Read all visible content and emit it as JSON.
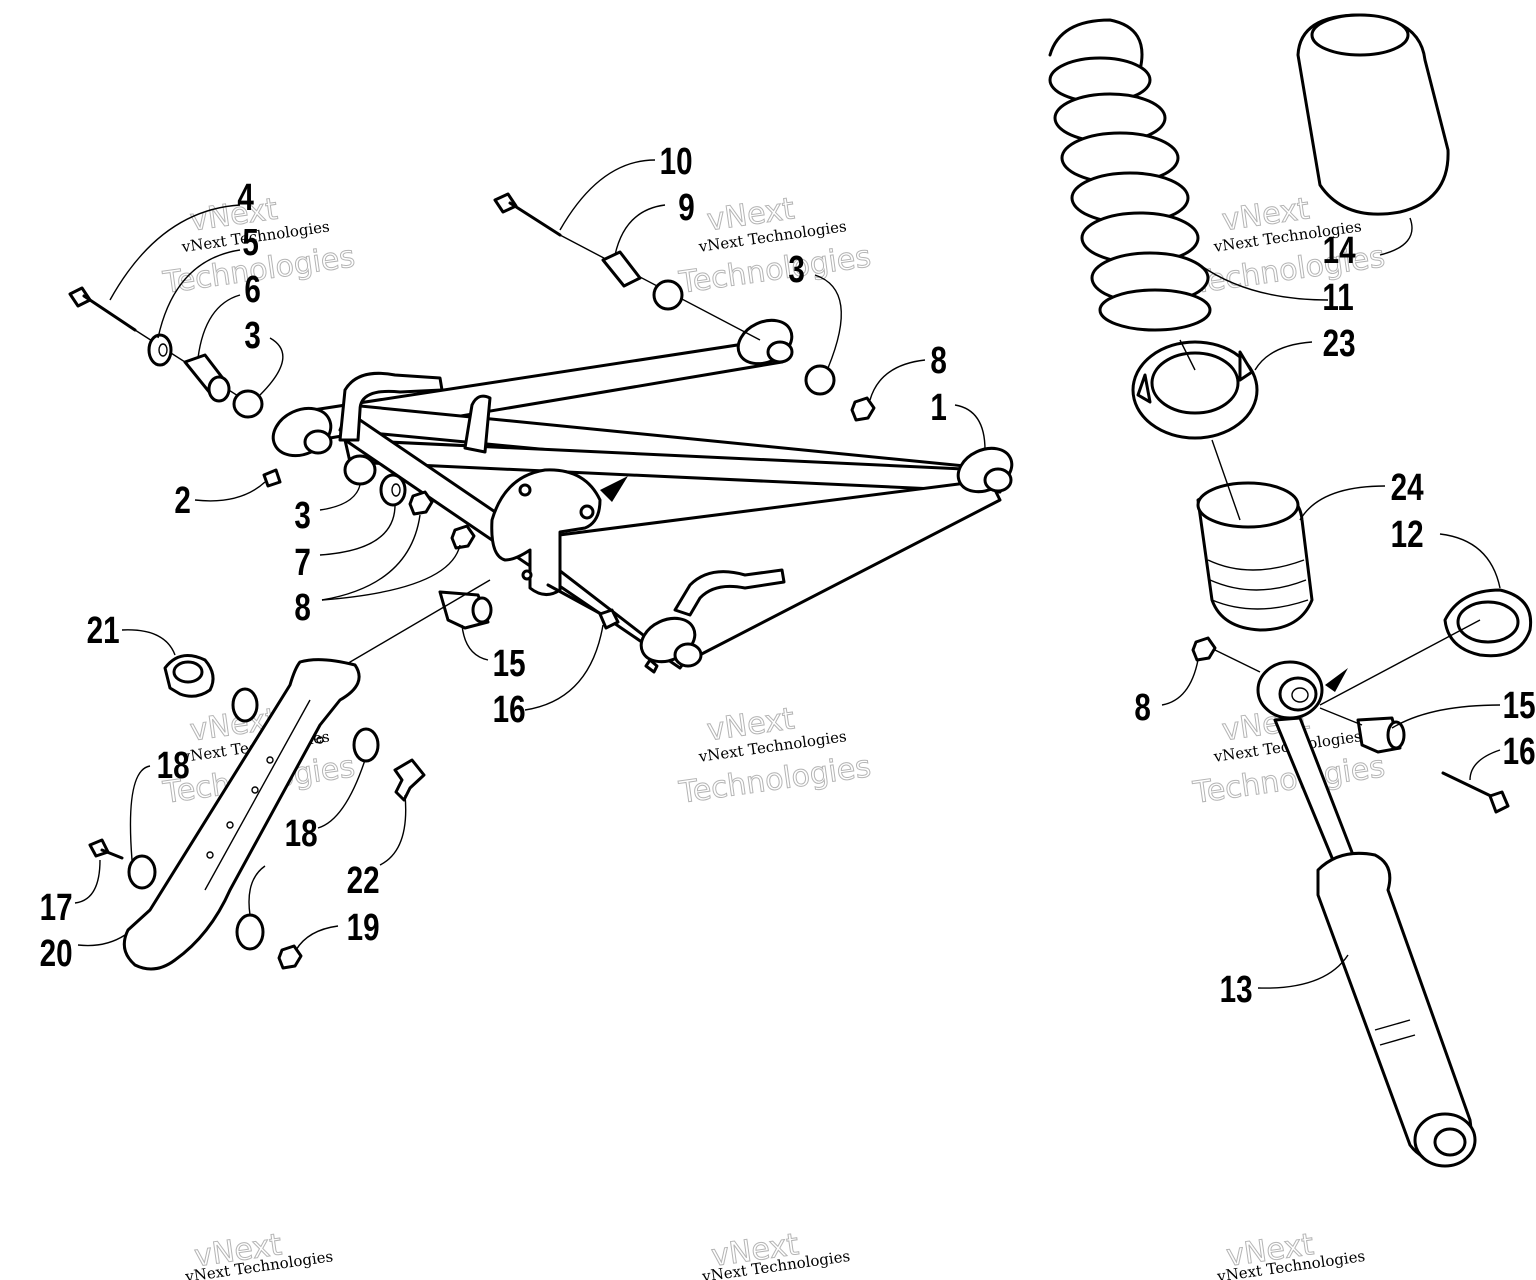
{
  "watermark": {
    "line1": "vNext Technologies",
    "line2": "vNext",
    "line3": "Technologies"
  },
  "callouts": {
    "c1": "1",
    "c2": "2",
    "c3a": "3",
    "c3b": "3",
    "c3c": "3",
    "c4": "4",
    "c5": "5",
    "c6": "6",
    "c7": "7",
    "c8a": "8",
    "c8b": "8",
    "c8c": "8",
    "c9": "9",
    "c10": "10",
    "c11": "11",
    "c12": "12",
    "c13": "13",
    "c14": "14",
    "c15a": "15",
    "c15b": "15",
    "c16a": "16",
    "c16b": "16",
    "c17": "17",
    "c18a": "18",
    "c18b": "18",
    "c19": "19",
    "c20": "20",
    "c21": "21",
    "c22": "22",
    "c23": "23",
    "c24": "24"
  }
}
